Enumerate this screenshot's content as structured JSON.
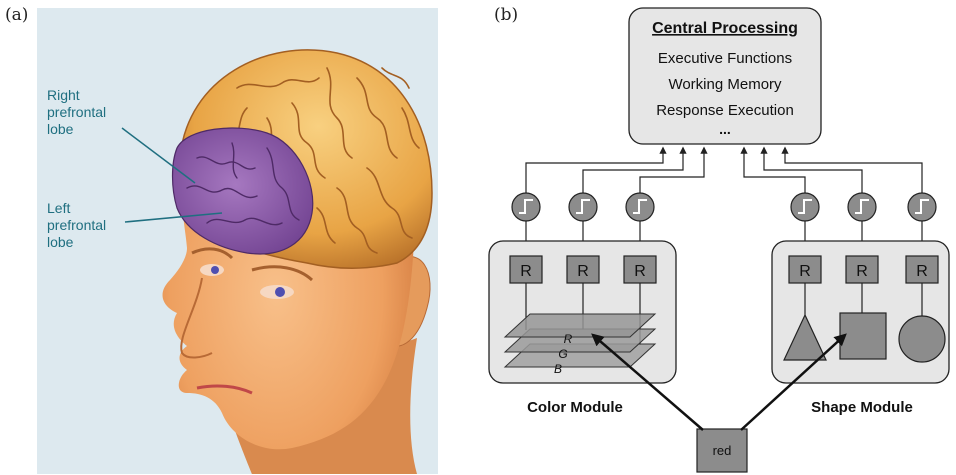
{
  "panel_a": {
    "label": "(a)",
    "annotations": {
      "right_prefrontal": [
        "Right",
        "prefrontal",
        "lobe"
      ],
      "left_prefrontal": [
        "Left",
        "prefrontal",
        "lobe"
      ]
    },
    "colors": {
      "background": "#dde9ef",
      "skin": "#f3a96a",
      "brain": "#e9a94a",
      "prefrontal": "#8d5aa8",
      "label_text": "#1f6f80"
    }
  },
  "panel_b": {
    "label": "(b)",
    "central_processing": {
      "title": "Central Processing",
      "lines": [
        "Executive Functions",
        "Working Memory",
        "Response Execution",
        "..."
      ]
    },
    "color_module": {
      "label": "Color Module",
      "unit_label": "R",
      "plane_labels": [
        "R",
        "G",
        "B"
      ]
    },
    "shape_module": {
      "label": "Shape Module",
      "unit_label": "R",
      "shapes": [
        "triangle",
        "square",
        "circle"
      ]
    },
    "input": {
      "label": "red"
    },
    "colors": {
      "box_fill": "#e6e6e6",
      "unit_fill": "#8c8c8c",
      "line": "#222222"
    }
  }
}
